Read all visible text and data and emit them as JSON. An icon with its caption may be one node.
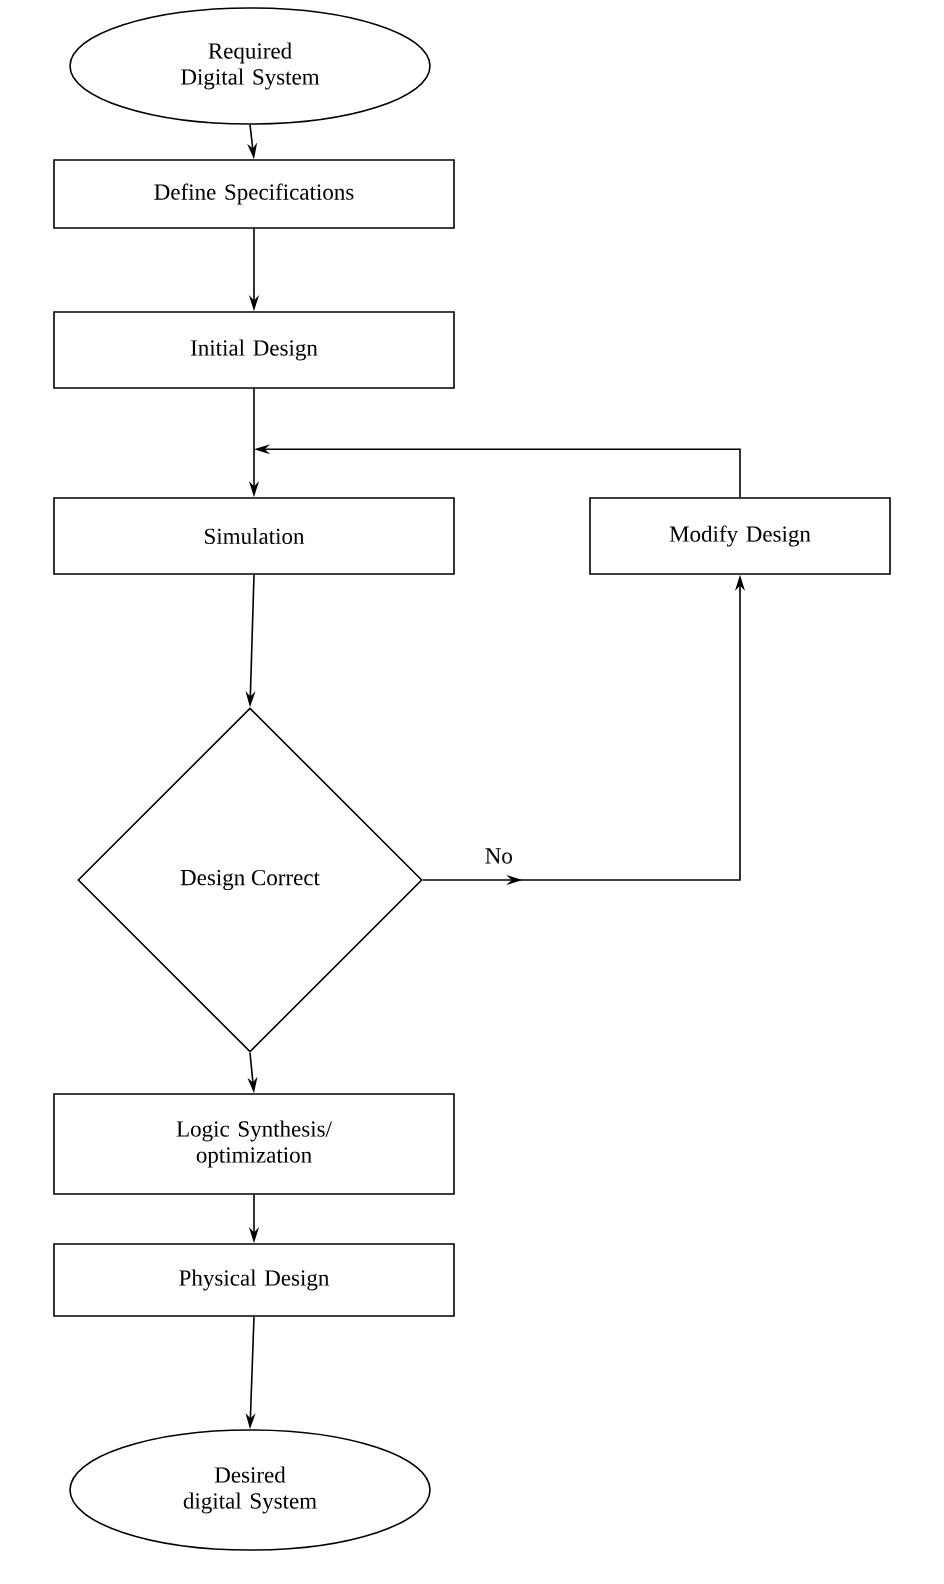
{
  "diagram": {
    "nodes": [
      {
        "text": [
          "Required Digital System"
        ]
      },
      {
        "text": [
          "Define Specifications"
        ]
      },
      {
        "text": [
          "Initial Design"
        ]
      },
      {
        "text": [
          "Simulation"
        ]
      },
      {
        "text": [
          "Design Correct"
        ]
      },
      {
        "text": [
          "Modify Design"
        ]
      },
      {
        "text": [
          "Logic Synthesis/ optimization"
        ]
      },
      {
        "text": [
          "Physical Design"
        ]
      },
      {
        "text": [
          "Desired digital System"
        ]
      }
    ],
    "edges": [
      {
        "from": 0,
        "to": 1,
        "arrow": "to"
      },
      {
        "from": 1,
        "to": 2,
        "arrow": "to"
      },
      {
        "from": 2,
        "to": 3,
        "arrow": "to"
      },
      {
        "from": 3,
        "to": 4,
        "arrow": "to"
      },
      {
        "from": 4,
        "to": 5,
        "arrow": "to",
        "label": "No"
      },
      {
        "from": 5,
        "to": 3,
        "arrow": "to"
      },
      {
        "from": 4,
        "to": 6,
        "arrow": "to"
      },
      {
        "from": 6,
        "to": 7,
        "arrow": "to"
      },
      {
        "from": 7,
        "to": 8,
        "arrow": "to"
      }
    ]
  }
}
